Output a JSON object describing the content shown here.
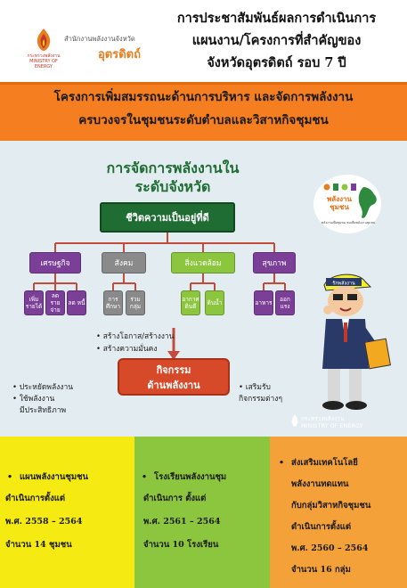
{
  "header": {
    "logo_org_text": "กระทรวงพลังงาน MINISTRY OF ENERGY",
    "office_label": "สำนักงานพลังงานจังหวัด",
    "province_label": "อุตรดิตถ์",
    "title_lines": [
      "การประชาสัมพันธ์ผลการดำเนินการ",
      "แผนงาน/โครงการที่สำคัญของ",
      "จังหวัดอุตรดิตถ์ รอบ 7 ปี"
    ]
  },
  "banner": {
    "lines": [
      "โครงการเพิ่มสมรรถนะด้านการบริหาร และจัดการพลังงาน",
      "ครบวงจรในชุมชนระดับตำบลและวิสาหกิจชุมชน"
    ]
  },
  "diagram": {
    "title_lines": [
      "การจัดการพลังงานใน",
      "ระดับจังหวัด"
    ],
    "root": "ชีวิตความเป็นอยู่ที่ดี",
    "categories": [
      {
        "label": "เศรษฐกิจ",
        "color": "#7b3f98",
        "subs": [
          "เพิ่ม รายได้",
          "ลด รายจ่าย",
          "ลด หนี้"
        ]
      },
      {
        "label": "สังคม",
        "color": "#8a8a8a",
        "subs": [
          "การ ศึกษา",
          "ร่วม กลุ่ม"
        ]
      },
      {
        "label": "สิ่งแวดล้อม",
        "color": "#8cc63e",
        "subs": [
          "อากาศ ดินดี",
          "ดินน้ำ"
        ]
      },
      {
        "label": "สุขภาพ",
        "color": "#7b3f98",
        "subs": [
          "อาหาร",
          "ออก แรง"
        ]
      }
    ],
    "energy_lines": [
      "กิจกรรม",
      "ด้านพลังงาน"
    ],
    "bullets_top": [
      "สร้างโอกาส/สร้างงาน",
      "สร้างความมั่นคง"
    ],
    "bullets_left": [
      "ประหยัดพลังงาน",
      "ใช้พลังงาน",
      "มีประสิทธิภาพ"
    ],
    "bullets_right": [
      "เสริมรับ",
      "กิจกรรมต่างๆ"
    ]
  },
  "badge": {
    "title_lines": [
      "พลังงาน",
      "ชุมชน"
    ],
    "subtitle": "พลังงานเพื่อชุมชน ชนเพื่อพลังงานชุมชน",
    "character_cap": "รักพลังงาน"
  },
  "ministry": {
    "text_lines": [
      "กระทรวงพลังงาน",
      "MINISTRY OF ENERGY"
    ]
  },
  "columns": [
    {
      "bullet": "•",
      "lines": [
        "แผนพลังงานชุมชน",
        "ดำเนินการตั้งแต่",
        "พ.ศ. 2558 – 2564",
        "จำนวน 14 ชุมชน"
      ]
    },
    {
      "bullet": "•",
      "lines": [
        "โรงเรียนพลังงานชุม",
        "ดำเนินการ ตั้งแต่",
        "พ.ศ. 2561 – 2564",
        "จำนวน 10 โรงเรียน"
      ]
    },
    {
      "bullet": "•",
      "lines": [
        "ส่งเสริมเทคโนโลยี",
        "พลังงานทดแทน",
        "กับกลุ่มวิสาหกิจชุมชน",
        "ดำเนินการตั้งแต่",
        "พ.ศ. 2560 – 2564",
        "จำนวน 16 กลุ่ม"
      ]
    }
  ],
  "colors": {
    "orange": "#f47e20",
    "dark_green": "#1f6d33",
    "yellow": "#f5ea11",
    "green": "#8cc63e",
    "light_orange": "#f4a13a",
    "energy_red": "#d64a2a"
  }
}
